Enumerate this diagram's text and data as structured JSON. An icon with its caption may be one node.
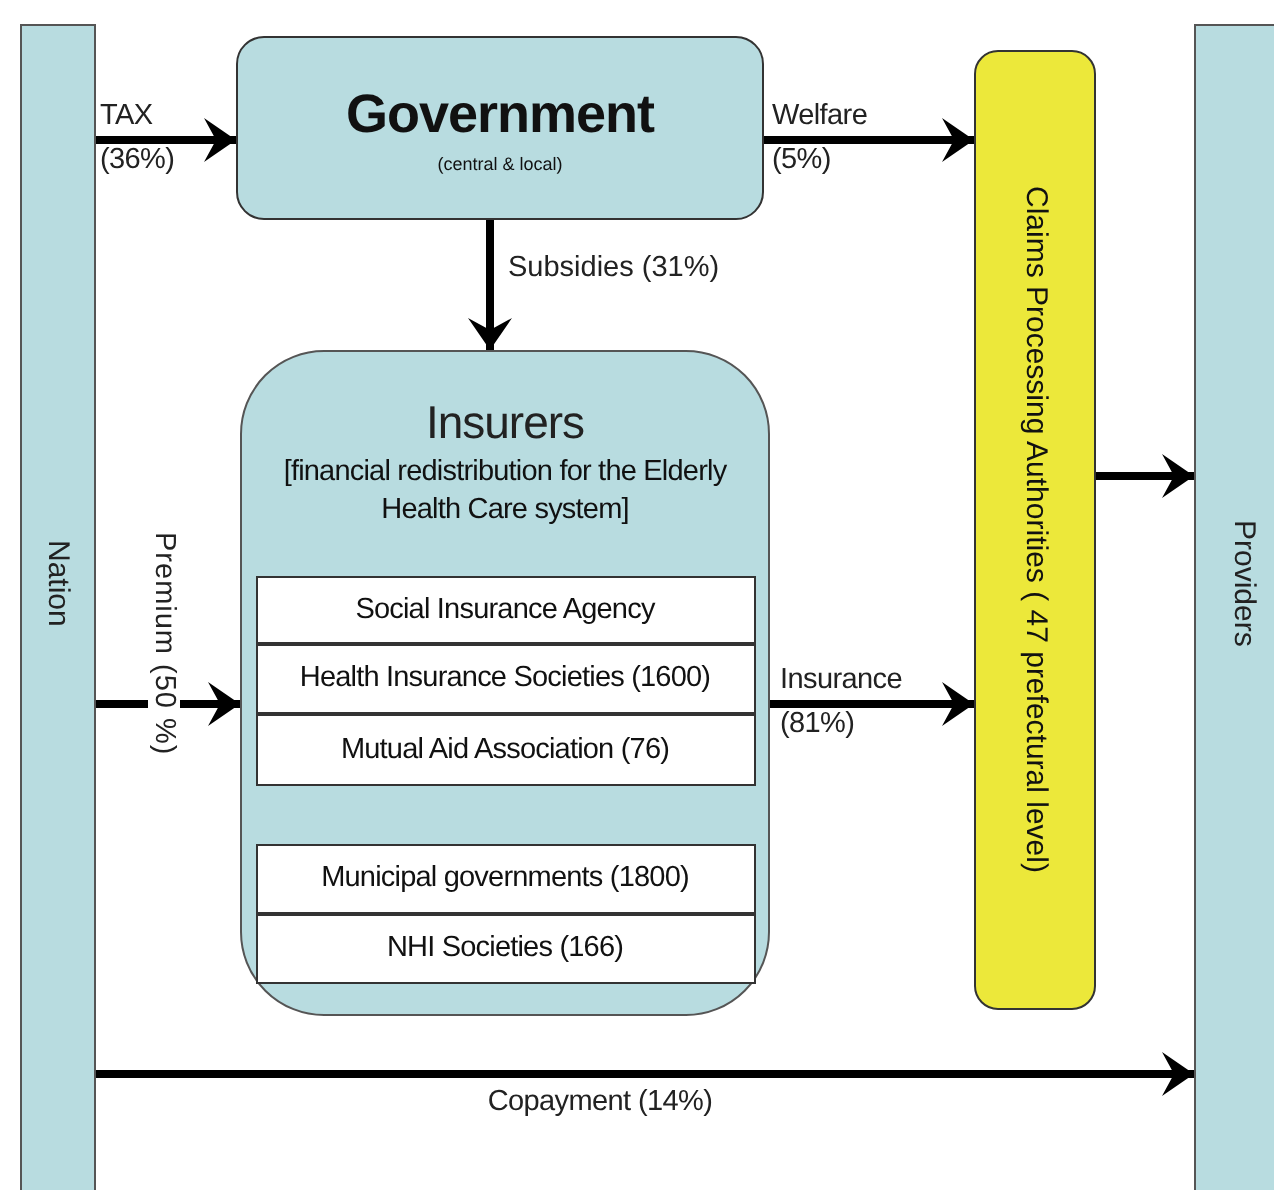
{
  "diagram": {
    "nodes": [
      {
        "text": [
          "Nation"
        ]
      },
      {
        "text": [
          "Government",
          "(central & local)"
        ]
      },
      {
        "text": [
          "Insurers",
          "[financial redistribution for the Elderly Health Care system]"
        ]
      },
      {
        "text": [
          "Social Insurance Agency"
        ],
        "in": 2
      },
      {
        "text": [
          "Health Insurance Societies (1600)"
        ],
        "in": 2
      },
      {
        "text": [
          "Mutual Aid Association (76)"
        ],
        "in": 2
      },
      {
        "text": [
          "Municipal governments (1800)"
        ],
        "in": 2
      },
      {
        "text": [
          "NHI Societies (166)"
        ],
        "in": 2
      },
      {
        "text": [
          "Claims Processing Authorities ( 47 prefectural level)"
        ]
      },
      {
        "text": [
          "Providers"
        ]
      }
    ],
    "edges": [
      {
        "from": 0,
        "to": 1,
        "arrow": "to",
        "label": "TAX (36%)"
      },
      {
        "from": 1,
        "to": 8,
        "arrow": "to",
        "label": "Welfare (5%)"
      },
      {
        "from": 1,
        "to": 2,
        "arrow": "to",
        "label": "Subsidies (31%)"
      },
      {
        "from": 0,
        "to": 2,
        "arrow": "to",
        "label": "Premium (50 %)"
      },
      {
        "from": 2,
        "to": 8,
        "arrow": "to",
        "label": "Insurance (81%)"
      },
      {
        "from": 8,
        "to": 9,
        "arrow": "to"
      },
      {
        "from": 0,
        "to": 9,
        "arrow": "to",
        "label": "Copayment (14%)"
      }
    ]
  }
}
